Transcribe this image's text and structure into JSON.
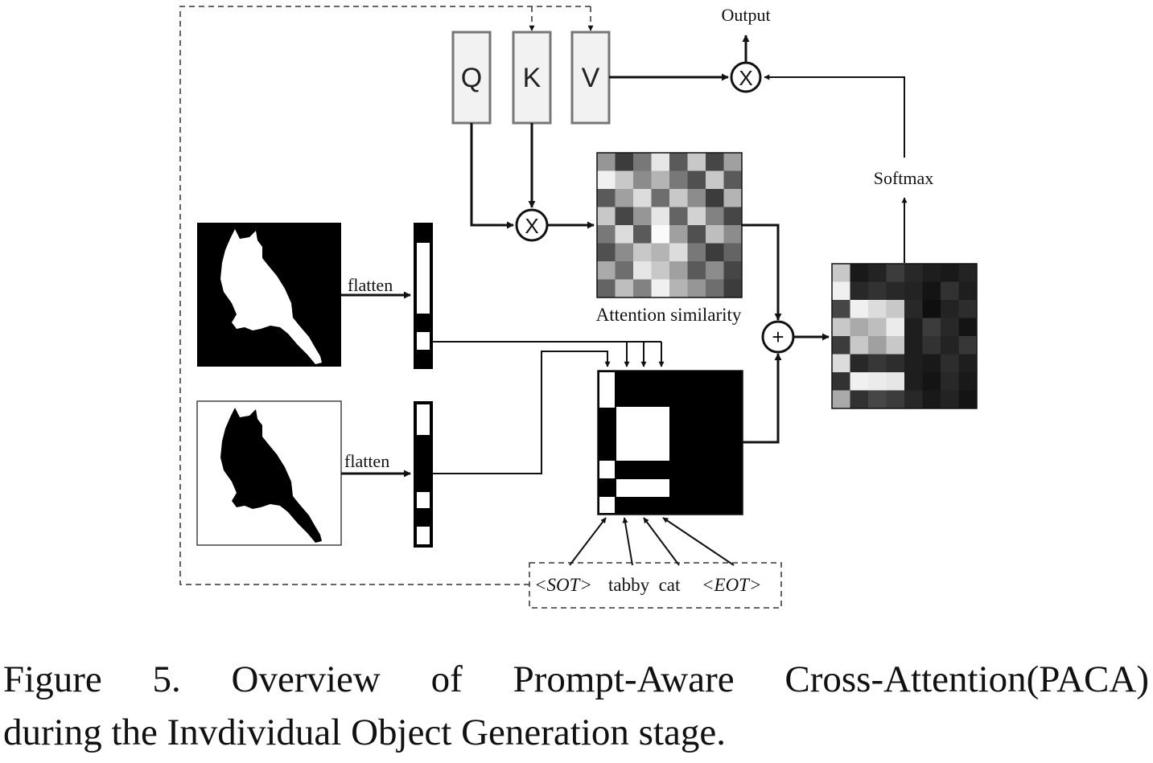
{
  "diagram": {
    "qkv": {
      "q": "Q",
      "k": "K",
      "v": "V"
    },
    "output_label": "Output",
    "softmax_label": "Softmax",
    "multiply_symbol": "X",
    "add_symbol": "+",
    "flatten_label": "flatten",
    "attention_similarity_label": "Attention similarity",
    "prompt": {
      "sot": "<SOT>",
      "tokens": "tabby  cat",
      "eot": "<EOT>"
    }
  },
  "caption": {
    "line1": "Figure 5.  Overview of Prompt-Aware Cross-Attention(PACA)",
    "line2": "during the Invdividual Object Generation stage."
  },
  "colors": {
    "ink": "#111111",
    "box_border": "#777777",
    "box_fill": "#f2f2f2"
  }
}
